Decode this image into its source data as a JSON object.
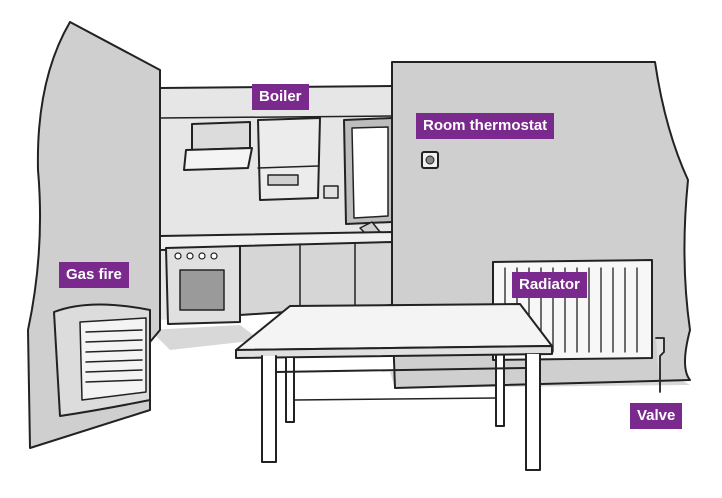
{
  "labels": {
    "boiler": "Boiler",
    "room_thermostat": "Room thermostat",
    "gas_fire": "Gas fire",
    "radiator": "Radiator",
    "valve": "Valve"
  },
  "colors": {
    "label_bg": "#7a2a8c",
    "label_text": "#ffffff",
    "wall": "#cfcfcf",
    "line": "#222222"
  }
}
